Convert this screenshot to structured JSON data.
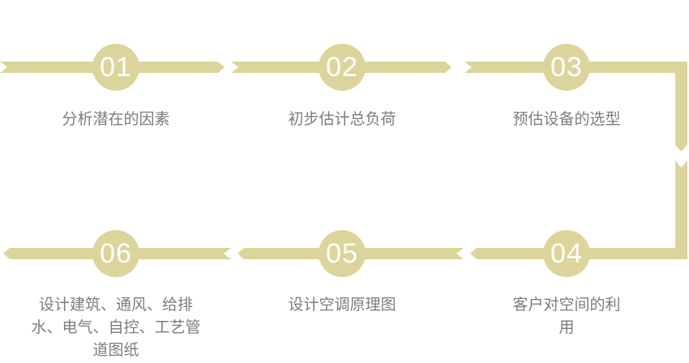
{
  "diagram": {
    "type": "process-flow",
    "direction": "top row left-to-right, wraps down on right, bottom row right-to-left"
  },
  "colors": {
    "accent": "#dcd59b",
    "number_text": "#ffffff",
    "caption_text": "#7d7d7d",
    "background": "#ffffff"
  },
  "steps": [
    {
      "number": "01",
      "label": "分析潜在的因素"
    },
    {
      "number": "02",
      "label": "初步估计总负荷"
    },
    {
      "number": "03",
      "label": "预估设备的选型"
    },
    {
      "number": "04",
      "label": "客户对空间的利\n用"
    },
    {
      "number": "05",
      "label": "设计空调原理图"
    },
    {
      "number": "06",
      "label": "设计建筑、通风、给排\n水、电气、自控、工艺管\n道图纸"
    }
  ]
}
